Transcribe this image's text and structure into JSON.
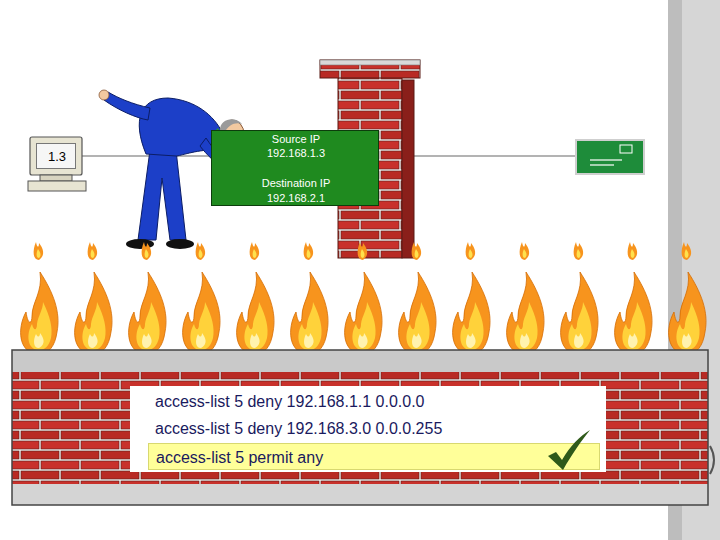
{
  "diagram": {
    "nodes": [
      {
        "text": [
          "1.3"
        ]
      },
      {
        "text": [
          "Source IP",
          "192.168.1.3",
          "Destination IP",
          "192.168.2.1"
        ]
      },
      {
        "text": [
          "access-list 5 deny 192.168.1.1 0.0.0.0",
          "access-list 5 deny 192.168.3.0 0.0.0.255"
        ]
      },
      {
        "text": [
          "access-list 5 permit any"
        ],
        "in": 2
      }
    ]
  }
}
